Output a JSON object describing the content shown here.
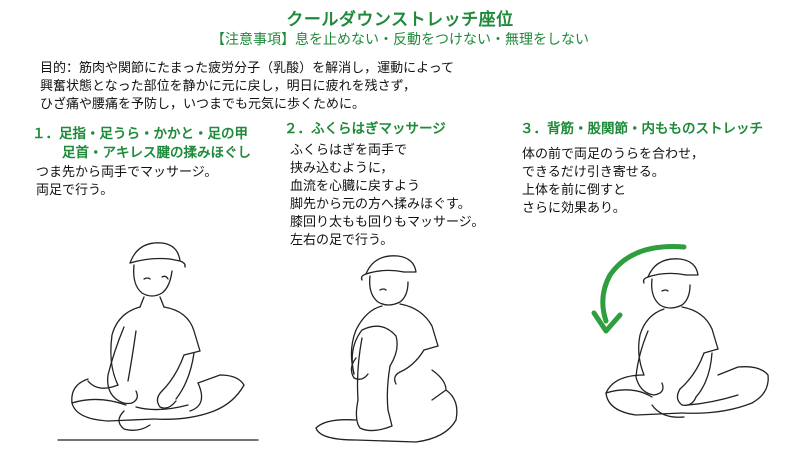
{
  "page": {
    "title": "クールダウンストレッチ座位",
    "notes": "【注意事項】息を止めない・反動をつけない・無理をしない",
    "purpose_lines": [
      "目的：筋肉や関節にたまった疲労分子（乳酸）を解消し，運動によって",
      "興奮状態となった部位を静かに元に戻し，明日に疲れを残さず，",
      "ひざ痛や腰痛を予防し，いつまでも元気に歩くために。"
    ]
  },
  "steps": [
    {
      "heading_lines": [
        "１．足指・足うら・かかと・足の甲",
        "足首・アキレス腱の揉みほぐし"
      ],
      "body_lines": [
        "つま先から両手でマッサージ。",
        "両足で行う。"
      ],
      "illustration": "seated-foot-massage"
    },
    {
      "heading_lines": [
        "２．ふくらはぎマッサージ"
      ],
      "body_lines": [
        "ふくらはぎを両手で",
        "挟み込むように，",
        "血流を心臓に戻すよう",
        "脚先から元の方へ揉みほぐす。",
        "膝回り太もも回りもマッサージ。",
        "左右の足で行う。"
      ],
      "illustration": "seated-calf-massage"
    },
    {
      "heading_lines": [
        "３．背筋・股関節・内もものストレッチ"
      ],
      "body_lines": [
        "体の前で両足のうらを合わせ，",
        "できるだけ引き寄せる。",
        "上体を前に倒すと",
        "さらに効果あり。"
      ],
      "illustration": "seated-butterfly-stretch",
      "arrow_color": "#2e9e3e"
    }
  ]
}
